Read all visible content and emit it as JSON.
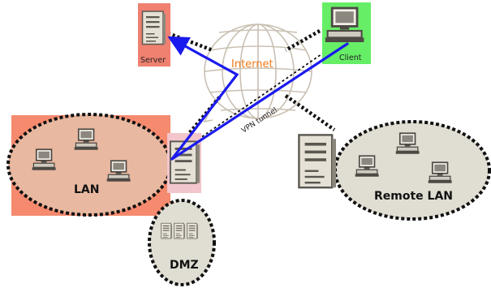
{
  "labels": {
    "server": "Server",
    "client": "Client",
    "internet": "Internet",
    "vpn_tunnel": "VPN tunnel",
    "lan": "LAN",
    "remote_lan": "Remote LAN",
    "dmz": "DMZ"
  },
  "colors": {
    "server_box": "#f08070",
    "client_box": "#66ee66",
    "lan_box": "#f58a6e",
    "lan_zone_fill": "#e8b8a0",
    "remote_zone_fill": "#e0ddd3",
    "dmz_zone_fill": "#e0ddd3",
    "gateway_fill": "#f3c6cc",
    "tunnel_blue": "#1a1aee",
    "internet_orange": "#f07818",
    "globe_grey": "#c9c0b2"
  },
  "icons": {
    "globe": "internet-globe-icon",
    "server": "server-tower-icon",
    "workstation": "workstation-icon"
  }
}
